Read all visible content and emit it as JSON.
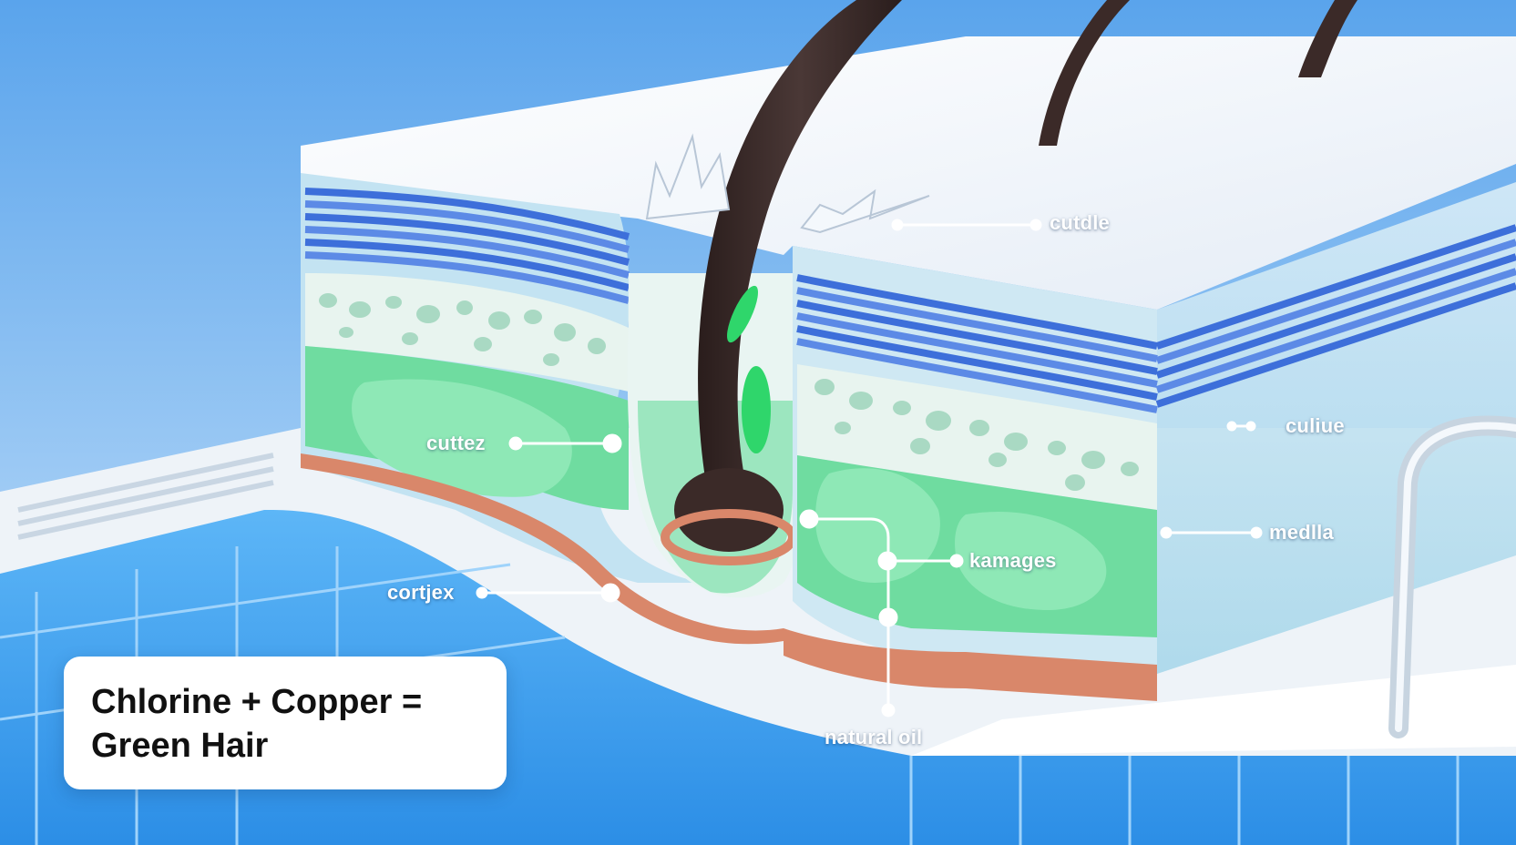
{
  "labels": {
    "cuticle_top": "cutdle",
    "cutter_left": "cuttez",
    "cortex_left": "cortjex",
    "culiue_right": "culiue",
    "medlla_right": "medlla",
    "kamages_center": "kamages",
    "natural_oil": "natural oil"
  },
  "title": {
    "line1": "Chlorine + Copper =",
    "line2": "Green Hair"
  },
  "colors": {
    "sky": "#8fc3f0",
    "cuticle_blue": "#4f7fe0",
    "cortex_green": "#6fdca0",
    "copper": "#d9876a",
    "hair": "#3b2a28",
    "pool_water": "#3f9ff0"
  }
}
